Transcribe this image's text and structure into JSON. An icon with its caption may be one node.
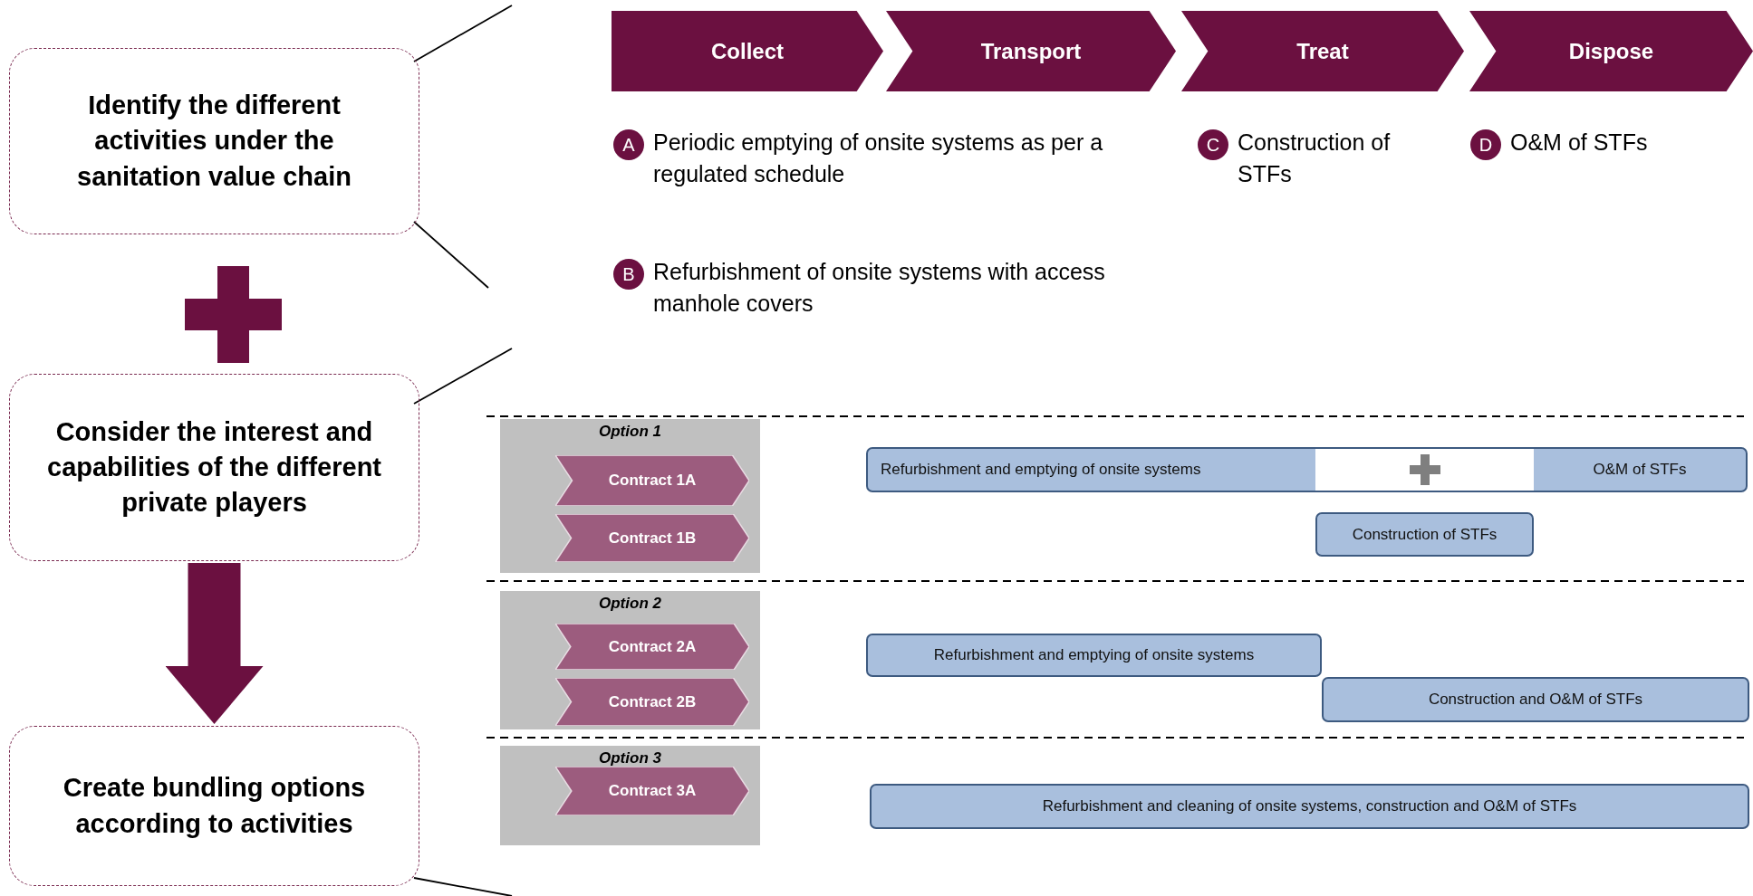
{
  "diagram": {
    "nodes": [
      {
        "text": [
          "Identify the different activities under the sanitation value chain"
        ]
      },
      {
        "text": [
          "Consider the interest and capabilities of the different private players"
        ]
      },
      {
        "text": [
          "Create bundling options according to activities"
        ]
      },
      {
        "text": [
          "Collect"
        ]
      },
      {
        "text": [
          "Transport"
        ]
      },
      {
        "text": [
          "Treat"
        ]
      },
      {
        "text": [
          "Dispose"
        ]
      },
      {
        "text": [
          "A"
        ],
        "beside": [
          "Periodic emptying of onsite systems as per a regulated schedule"
        ]
      },
      {
        "text": [
          "C"
        ],
        "beside": [
          "Construction of STFs"
        ]
      },
      {
        "text": [
          "D"
        ],
        "beside": [
          "O&M of STFs"
        ]
      },
      {
        "text": [
          "B"
        ],
        "beside": [
          "Refurbishment of onsite systems with access manhole covers"
        ]
      },
      {
        "text": [
          "Option 1"
        ]
      },
      {
        "text": [
          "Contract 1A"
        ],
        "in": 11
      },
      {
        "text": [
          "Contract 1B"
        ],
        "in": 11
      },
      {
        "text": [
          "Refurbishment and emptying of onsite systems",
          "O&M of STFs"
        ]
      },
      {
        "text": [
          "Construction of STFs"
        ]
      },
      {
        "text": [
          "Option 2"
        ]
      },
      {
        "text": [
          "Contract 2A"
        ],
        "in": 16
      },
      {
        "text": [
          "Contract 2B"
        ],
        "in": 16
      },
      {
        "text": [
          "Refurbishment and emptying of onsite systems"
        ]
      },
      {
        "text": [
          "Construction and O&M of STFs"
        ]
      },
      {
        "text": [
          "Option 3"
        ]
      },
      {
        "text": [
          "Contract 3A"
        ],
        "in": 21
      },
      {
        "text": [
          "Refurbishment and cleaning of onsite systems, construction and O&M of STFs"
        ]
      }
    ],
    "edges": [
      {
        "from": 1,
        "to": 2,
        "arrow": "to"
      }
    ]
  }
}
